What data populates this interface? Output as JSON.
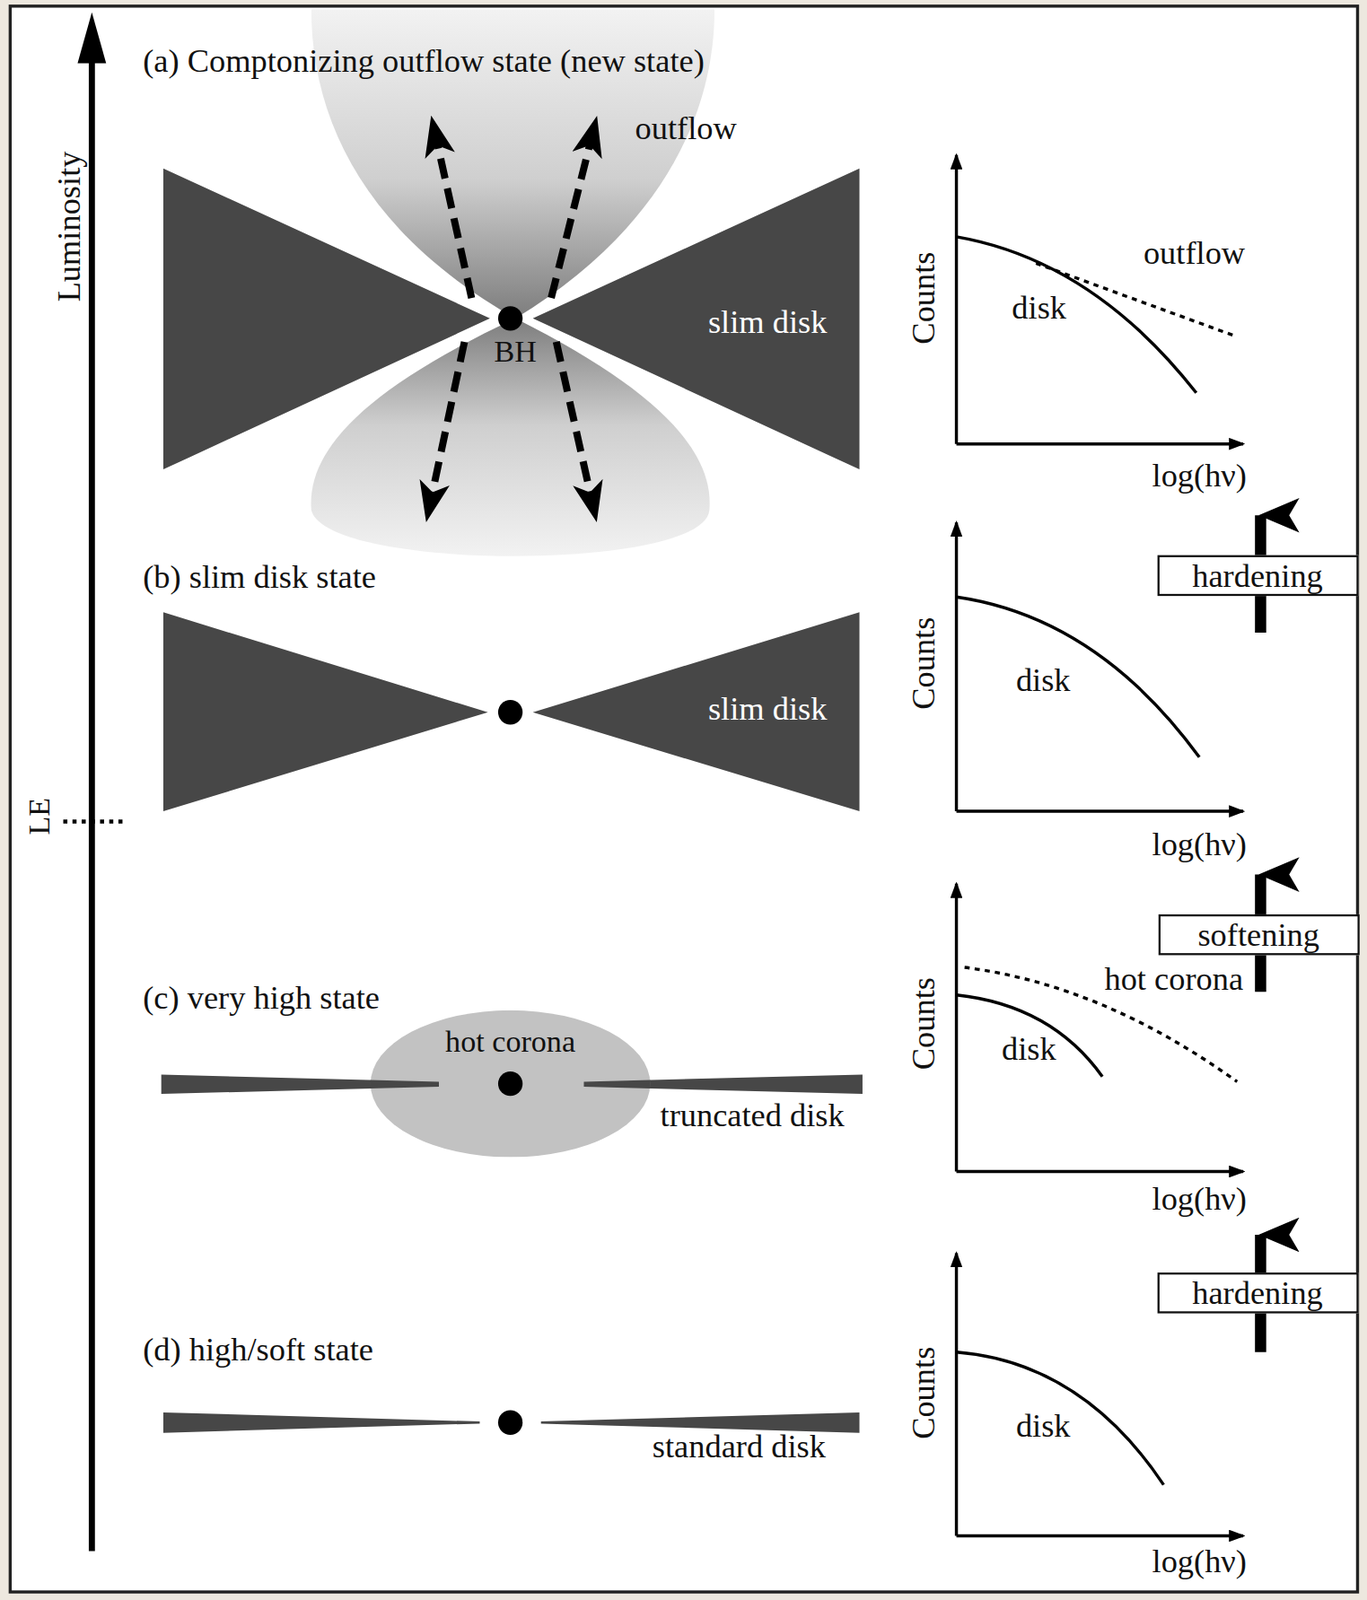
{
  "diagram": {
    "nodes": [
      {
        "text": [
          "hardening"
        ]
      },
      {
        "text": [
          "softening"
        ]
      },
      {
        "text": [
          "hot corona"
        ]
      },
      {
        "text": [
          "hardening"
        ]
      }
    ],
    "labels": [
      "Luminosity",
      "(a) Comptonizing outflow state (new state)",
      "outflow",
      "slim disk",
      "BH",
      "Counts",
      "disk",
      "outflow",
      "log(hν)",
      "(b) slim disk state",
      "slim disk",
      "Counts",
      "disk",
      "log(hν)",
      "LE",
      "(c) very high state",
      "truncated disk",
      "Counts",
      "disk",
      "hot corona",
      "log(hν)",
      "(d) high/soft state",
      "standard disk",
      "Counts",
      "disk",
      "log(hν)"
    ]
  }
}
